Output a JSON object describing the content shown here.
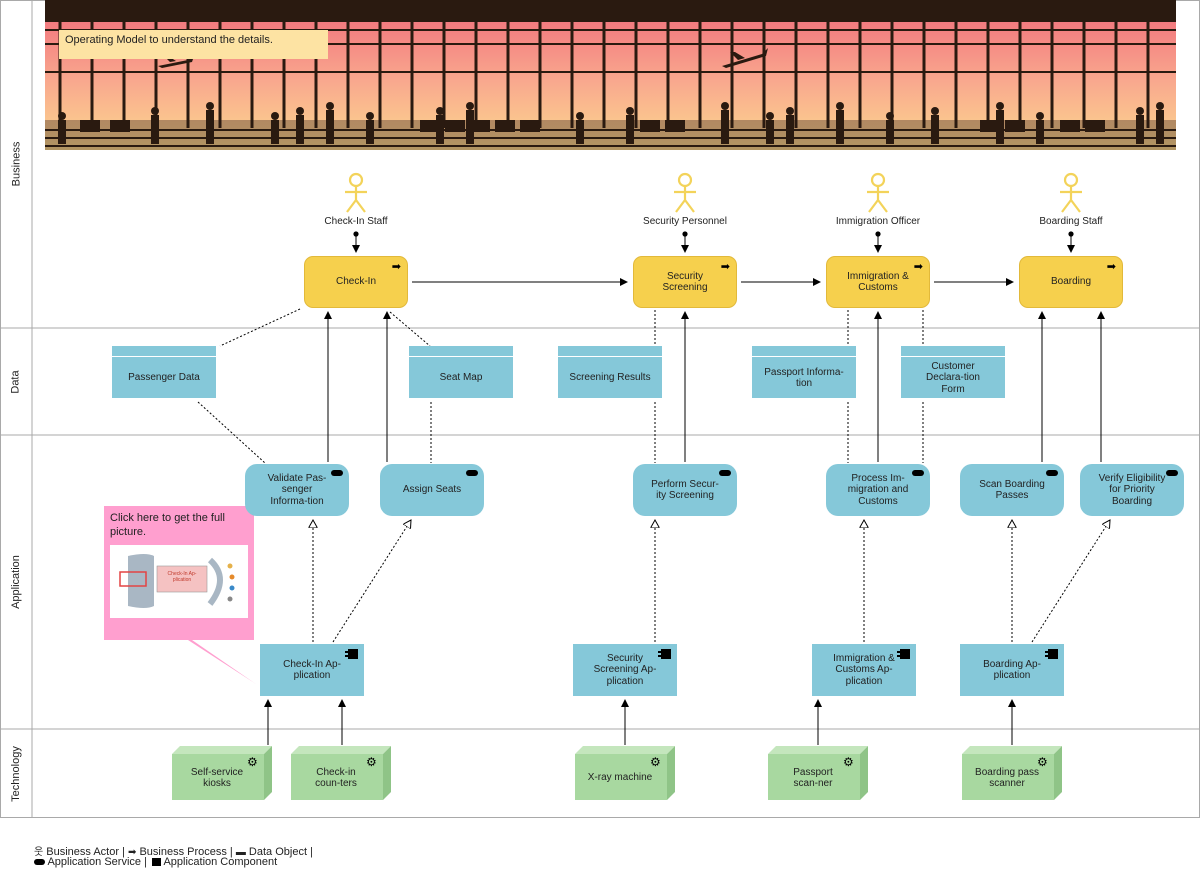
{
  "lanes": {
    "business": "Business",
    "data": "Data",
    "application": "Application",
    "technology": "Technology"
  },
  "note": "Operating Model to understand the details.",
  "banner": {
    "description_icon": "airport-window-silhouette-image",
    "colors": {
      "sky_top": "#f06a7a",
      "sky_bottom": "#fbd98f",
      "silhouette": "#2a1a10"
    }
  },
  "actors": [
    {
      "name": "Check-In Staff"
    },
    {
      "name": "Security Personnel"
    },
    {
      "name": "Immigration Officer"
    },
    {
      "name": "Boarding Staff"
    }
  ],
  "processes": [
    {
      "label": "Check-In"
    },
    {
      "label": "Security Screening"
    },
    {
      "label": "Immigration & Customs"
    },
    {
      "label": "Boarding"
    }
  ],
  "data_objects": [
    {
      "label": "Passenger Data"
    },
    {
      "label": "Seat Map"
    },
    {
      "label": "Screening Results"
    },
    {
      "label": "Passport Informa-tion"
    },
    {
      "label": "Customer Declara-tion Form"
    }
  ],
  "services": [
    {
      "label": "Validate Pas-senger Informa-tion"
    },
    {
      "label": "Assign Seats"
    },
    {
      "label": "Perform Secur-ity Screening"
    },
    {
      "label": "Process Im-migration and Customs"
    },
    {
      "label": "Scan Boarding Passes"
    },
    {
      "label": "Verify Eligibility for Priority Boarding"
    }
  ],
  "components": [
    {
      "label": "Check-In Ap-plication"
    },
    {
      "label": "Security Screening Ap-plication"
    },
    {
      "label": "Immigration & Customs Ap-plication"
    },
    {
      "label": "Boarding Ap-plication"
    }
  ],
  "nodes": [
    {
      "label": "Self-service kiosks"
    },
    {
      "label": "Check-in coun-ters"
    },
    {
      "label": "X-ray machine"
    },
    {
      "label": "Passport scan-ner"
    },
    {
      "label": "Boarding pass scanner"
    }
  ],
  "callout": {
    "text": "Click here to get the full picture.",
    "thumbnail_label": "Check-In Ap-plication"
  },
  "legend": {
    "line1": "Business Actor | ➡ Business Process | ▬ Data Object |",
    "line2": "Application Service | Application Component",
    "actor": "Business Actor |",
    "process": "Business Process |",
    "data_object": "Data Object |",
    "service": "Application Service |",
    "component": "Application Component"
  },
  "colors": {
    "process": "#f6d04d",
    "application": "#85c8d9",
    "technology": "#a8d8a0",
    "actor": "#f6d04d",
    "callout": "#ff9fcf",
    "note": "#fde3a3"
  }
}
